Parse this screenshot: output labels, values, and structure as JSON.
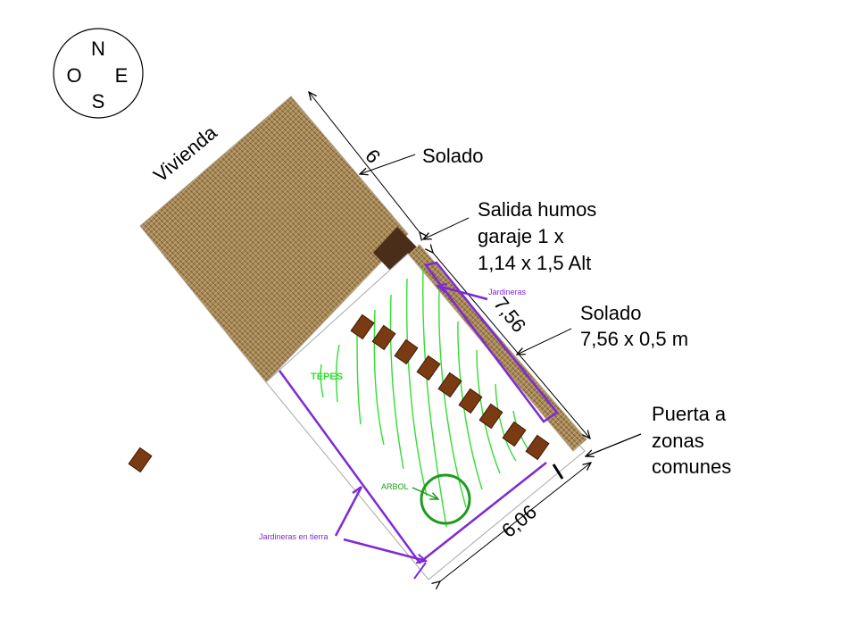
{
  "compass": {
    "n": "N",
    "o": "O",
    "e": "E",
    "s": "S"
  },
  "labels": {
    "vivienda": "Vivienda",
    "dim_6": "6",
    "dim_756": "7,56",
    "dim_606": "6,06",
    "solado_top": "Solado",
    "salida_l1": "Salida humos",
    "salida_l2": "garaje 1 x",
    "salida_l3": "1,14 x 1,5 Alt",
    "solado_side_l1": "Solado",
    "solado_side_l2": "7,56 x 0,5 m",
    "puerta_l1": "Puerta a",
    "puerta_l2": "zonas",
    "puerta_l3": "comunes",
    "jardineras": "Jardineras",
    "tepes": "TEPES",
    "arbol": "ARBOL",
    "jardineras_tierra": "Jardineras en tierra"
  },
  "colors": {
    "wicker": "#a98a58",
    "chimney": "#4a2e1a",
    "lawn": "#33dd33",
    "planter": "#7a3a12",
    "purple": "#7d2ad6",
    "tree": "#1e9a1e"
  }
}
